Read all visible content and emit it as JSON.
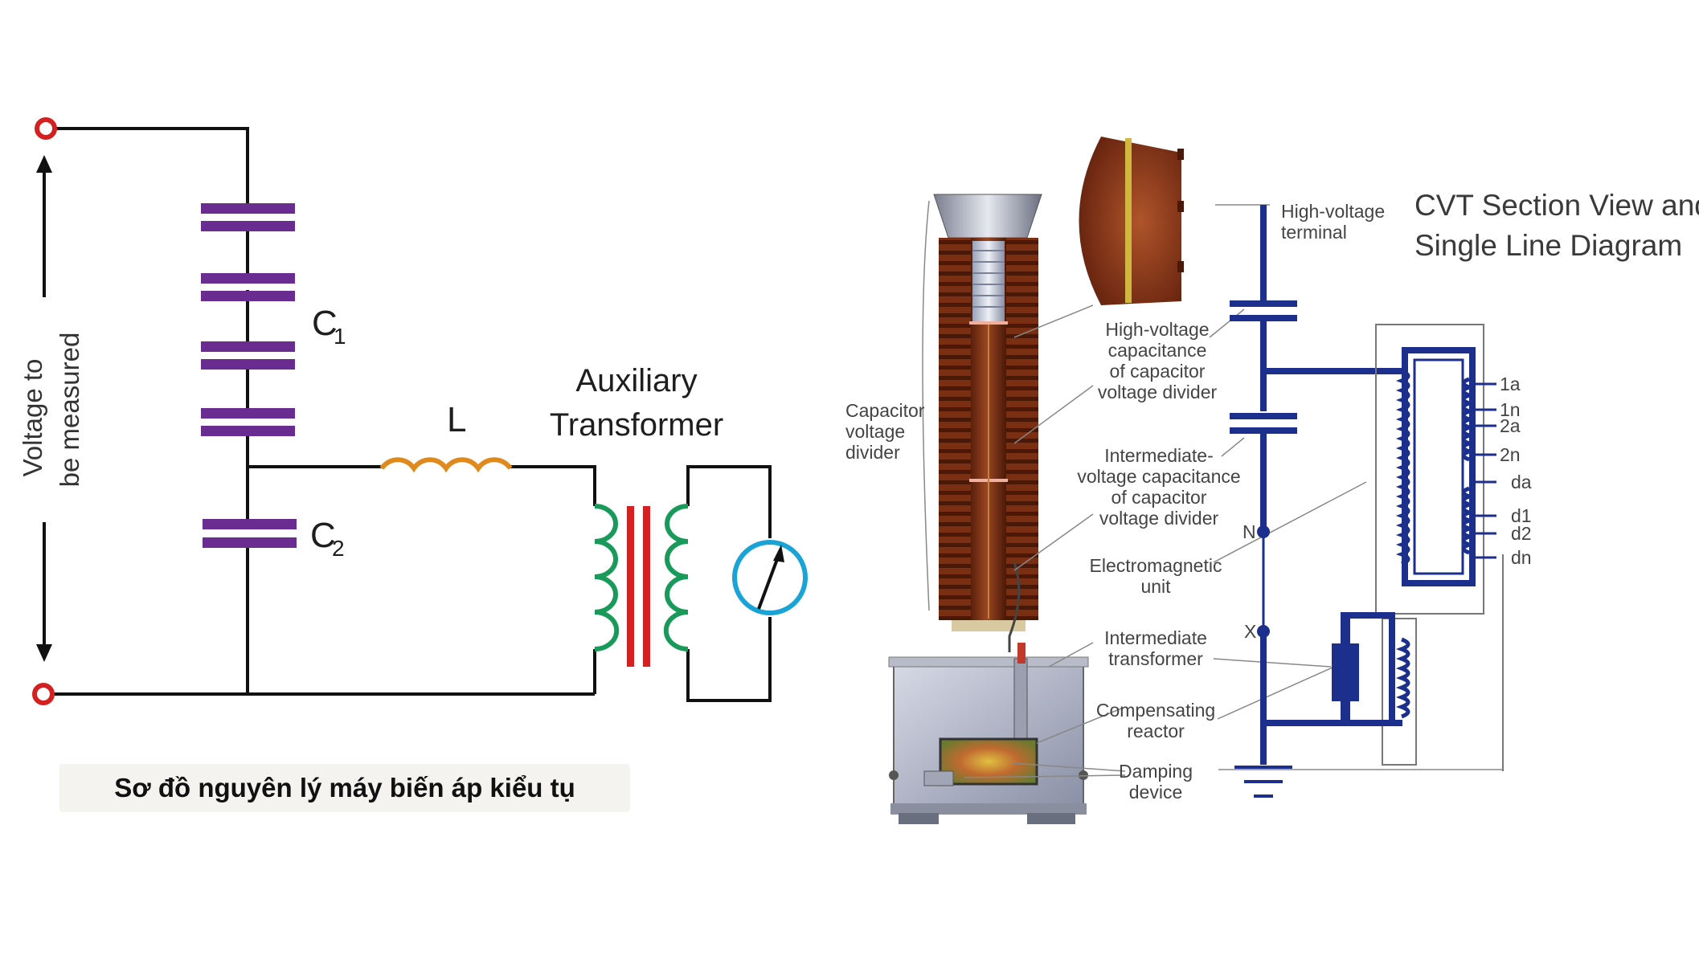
{
  "left_diagram": {
    "voltage_label_line1": "Voltage to",
    "voltage_label_line2": "be measured",
    "c1_label": "C",
    "c1_sub": "1",
    "c2_label": "C",
    "c2_sub": "2",
    "inductor_label": "L",
    "aux_transformer_line1": "Auxiliary",
    "aux_transformer_line2": "Transformer",
    "caption": "Sơ đồ nguyên lý máy biến áp kiểu tụ"
  },
  "right_diagram": {
    "title_line1": "CVT Section View and",
    "title_line2": "Single Line Diagram",
    "capacitor_divider": [
      "Capacitor",
      "voltage",
      "divider"
    ],
    "hv_terminal": [
      "High-voltage",
      "terminal"
    ],
    "hv_capacitance": [
      "High-voltage",
      "capacitance",
      "of capacitor",
      "voltage divider"
    ],
    "iv_capacitance": [
      "Intermediate-",
      "voltage capacitance",
      "of capacitor",
      "voltage divider"
    ],
    "em_unit": [
      "Electromagnetic",
      "unit"
    ],
    "int_transformer": [
      "Intermediate",
      "transformer"
    ],
    "comp_reactor": [
      "Compensating",
      "reactor"
    ],
    "damping": [
      "Damping",
      "device"
    ],
    "node_n": "N",
    "node_x": "X",
    "terminals": [
      "1a",
      "1n",
      "2a",
      "2n",
      "da",
      "d1",
      "d2",
      "dn"
    ]
  },
  "colors": {
    "capacitor": "#6a2c91",
    "inductor": "#e08a1e",
    "winding": "#1a9a5a",
    "core": "#d42020",
    "meter": "#1aa3d6",
    "terminal": "#d42020",
    "sld_blue": "#1c2f8c",
    "porcelain": "#8a3a1a"
  }
}
